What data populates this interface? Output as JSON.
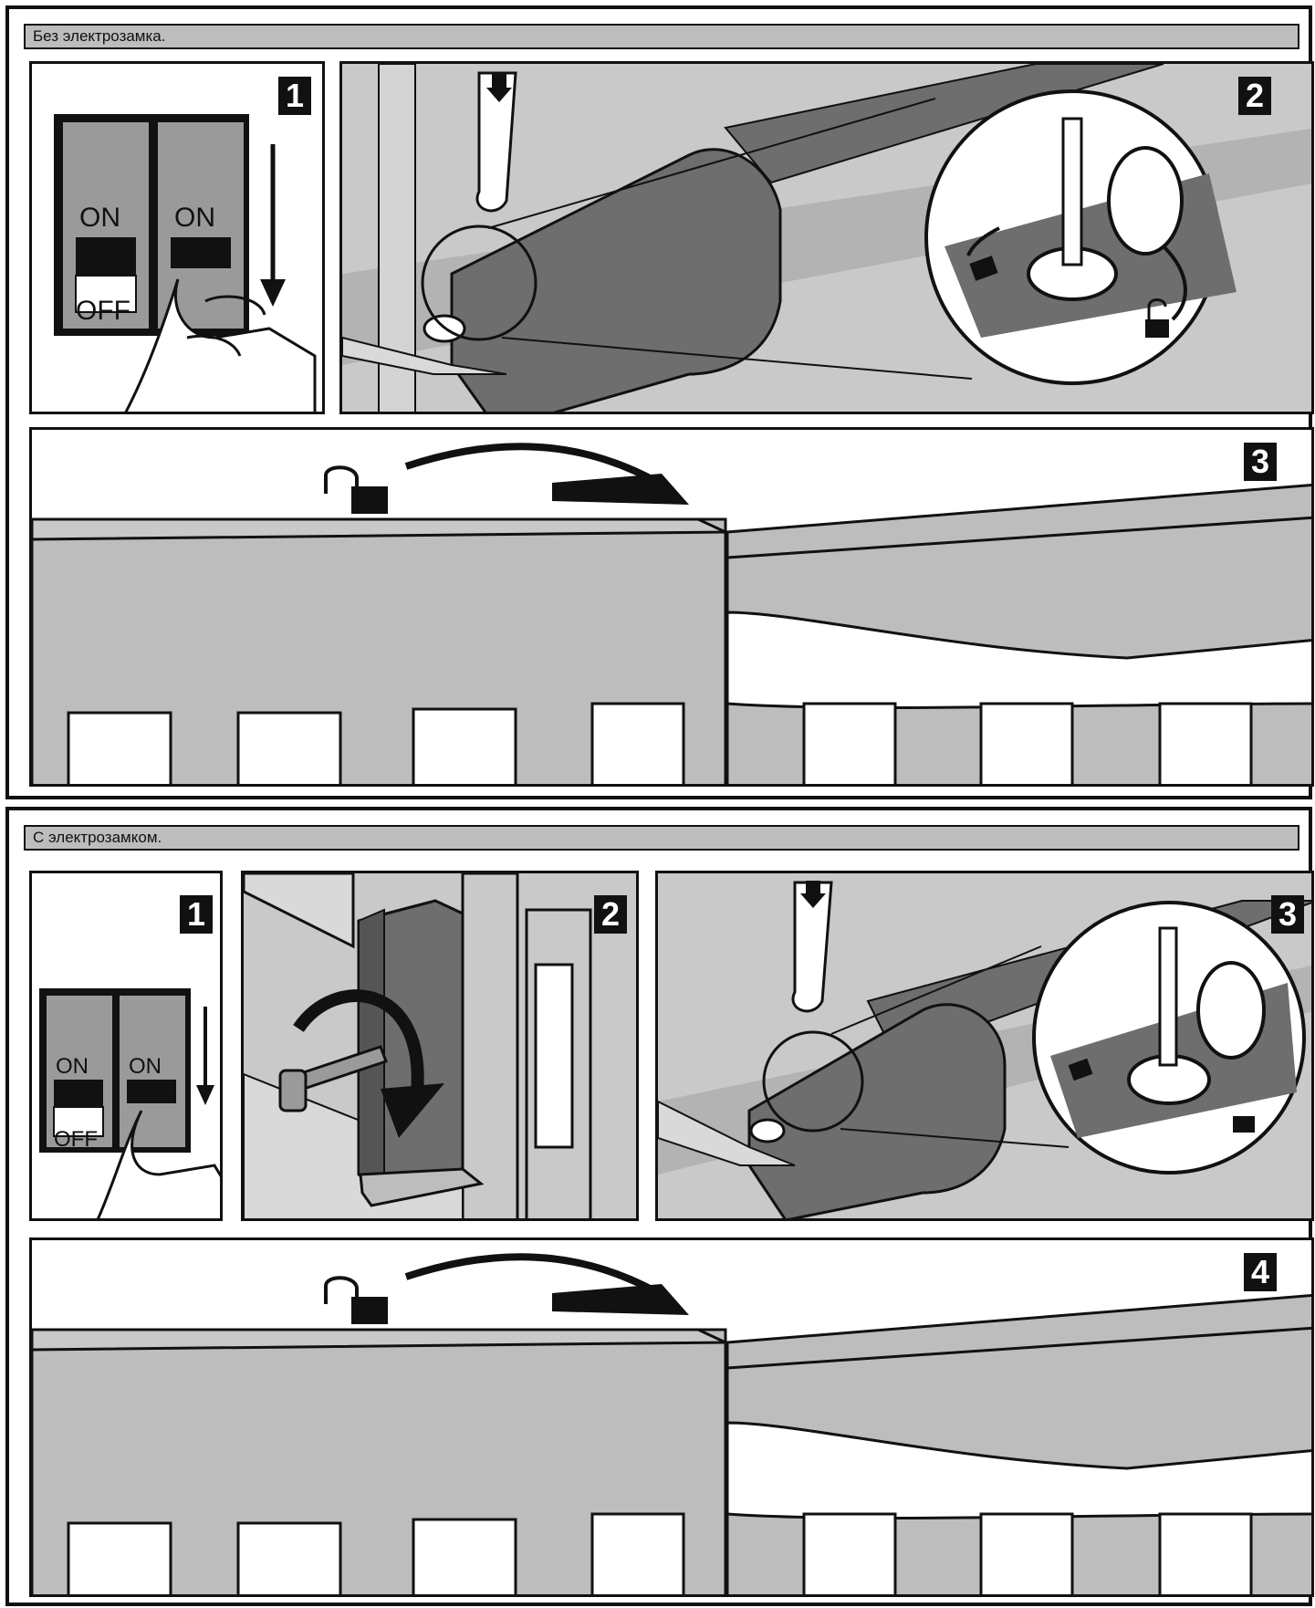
{
  "top_section": {
    "title": "Без электрозамка.",
    "steps": [
      "1",
      "2",
      "3"
    ],
    "switch": {
      "on_left": "ON",
      "on_right": "ON",
      "off": "OFF"
    }
  },
  "bottom_section": {
    "title": "С электрозамком.",
    "steps": [
      "1",
      "2",
      "3",
      "4"
    ],
    "switch": {
      "on_left": "ON",
      "on_right": "ON",
      "off": "OFF"
    }
  },
  "icons": [
    "down-arrow-icon",
    "unlock-icon",
    "lock-icon",
    "curved-arrow-icon",
    "key-icon",
    "hand-icon"
  ],
  "colors": {
    "dark_gray": "#6e6e6e",
    "mid_gray": "#9a9a9a",
    "light_gray": "#c9c9c9",
    "outline": "#111111"
  }
}
